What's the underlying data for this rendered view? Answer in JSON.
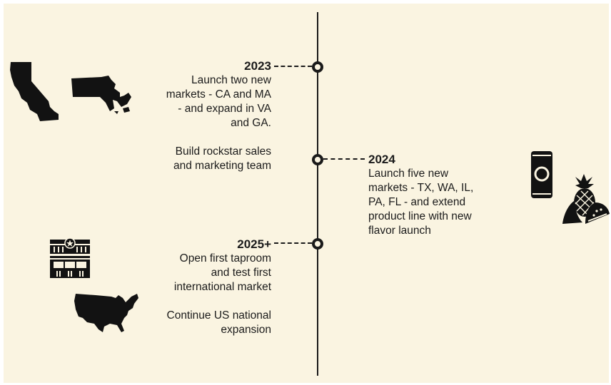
{
  "timeline": {
    "m2023": {
      "year": "2023",
      "lines": [
        "Launch two new",
        "markets - CA and MA",
        "- and expand in VA",
        "and GA."
      ],
      "sub": [
        "Build rockstar sales",
        "and marketing team"
      ]
    },
    "m2024": {
      "year": "2024",
      "lines": [
        "Launch five new",
        "markets - TX, WA, IL,",
        "PA, FL - and extend",
        "product line with new",
        "flavor launch"
      ]
    },
    "m2025": {
      "year": "2025+",
      "lines": [
        "Open first taproom",
        "and test first",
        "international market"
      ],
      "sub": [
        "Continue US national",
        "expansion"
      ]
    }
  },
  "icons": {
    "california": "california-icon",
    "massachusetts": "massachusetts-icon",
    "can": "can-icon",
    "fruit": "fruit-icon",
    "taproom": "taproom-icon",
    "usa": "usa-map-icon"
  },
  "colors": {
    "background": "#faf4e1",
    "ink": "#1a1a1a"
  }
}
